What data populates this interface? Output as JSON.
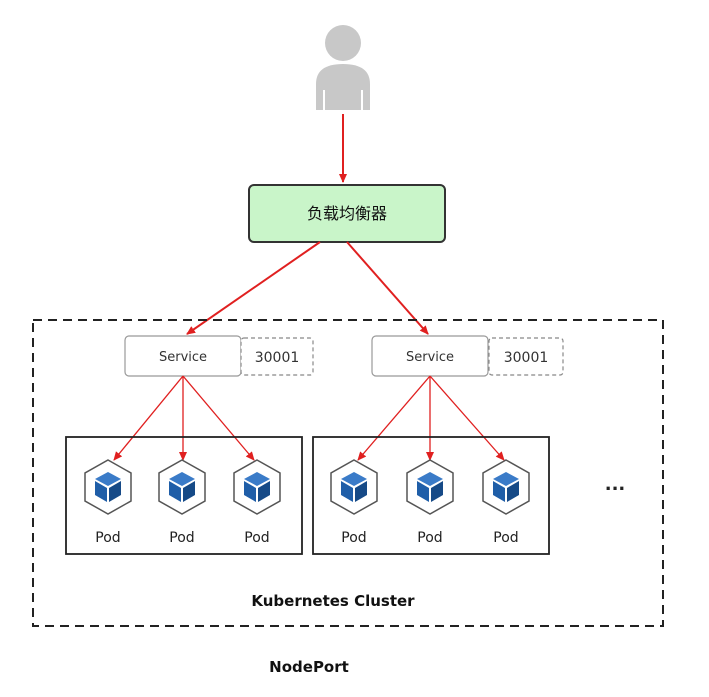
{
  "load_balancer": {
    "label": "负载均衡器",
    "fill": "#c9f5c9",
    "stroke": "#333333"
  },
  "arrow_color": "#e02020",
  "icons": {
    "user": "user-icon",
    "pod": "kubernetes-pod-cube-icon"
  },
  "services": [
    {
      "label": "Service",
      "port": "30001",
      "pods": [
        "Pod",
        "Pod",
        "Pod"
      ]
    },
    {
      "label": "Service",
      "port": "30001",
      "pods": [
        "Pod",
        "Pod",
        "Pod"
      ]
    }
  ],
  "ellipsis": "...",
  "cluster_label": "Kubernetes Cluster",
  "caption": "NodePort",
  "colors": {
    "pod_cube": "#1f5ea8",
    "pod_hex_stroke": "#555555",
    "user_fill": "#c8c8c8"
  }
}
